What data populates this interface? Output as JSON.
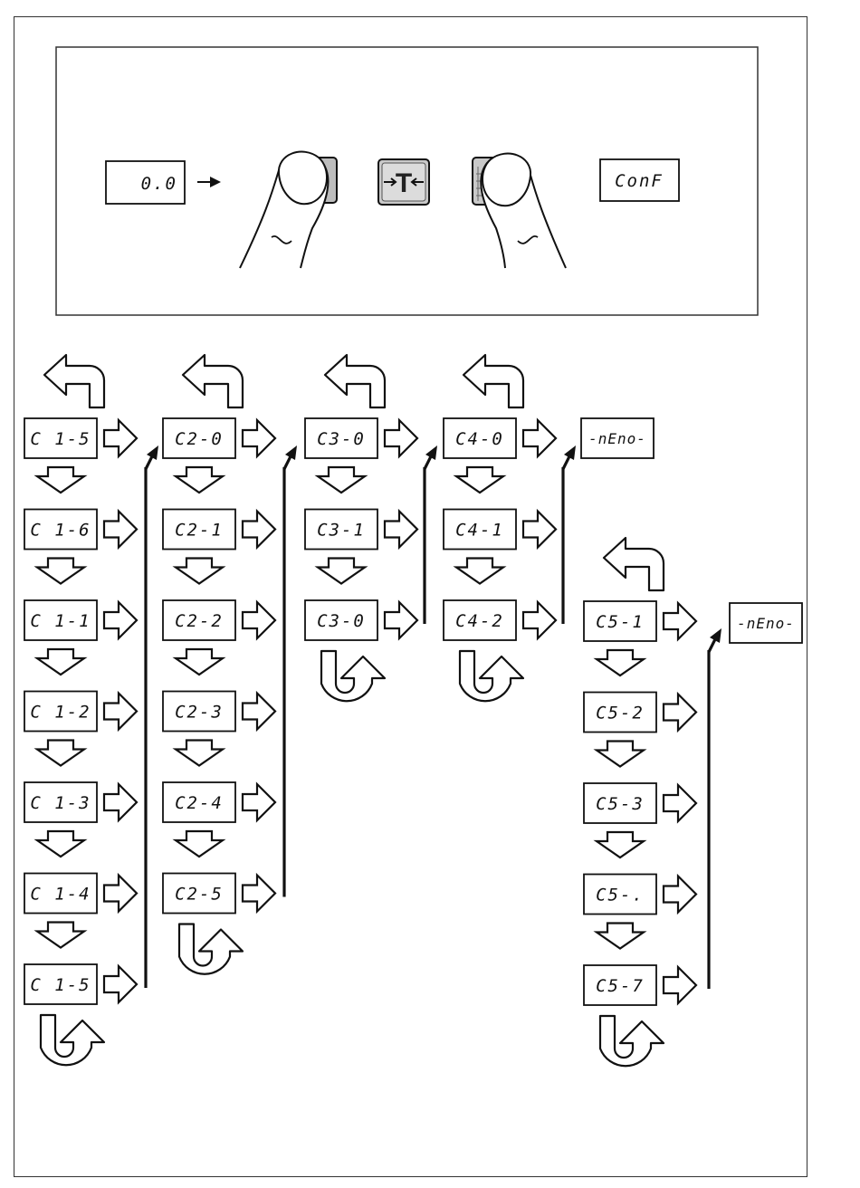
{
  "instruction_panel": {
    "display_before": "0.0",
    "display_after": "ConF",
    "keys": [
      {
        "name": "press-key-left",
        "icon": "blank-key-icon"
      },
      {
        "name": "tare-key",
        "icon": "tare-icon",
        "label": "T"
      },
      {
        "name": "grid-key",
        "icon": "grid-key-icon"
      }
    ]
  },
  "columns": [
    {
      "id": "c1",
      "items": [
        "C 1-5",
        "C 1-6",
        "C 1-1",
        "C 1-2",
        "C 1-3",
        "C 1-4",
        "C 1-5"
      ]
    },
    {
      "id": "c2",
      "items": [
        "C2-0",
        "C2-1",
        "C2-2",
        "C2-3",
        "C2-4",
        "C2-5"
      ]
    },
    {
      "id": "c3",
      "items": [
        "C3-0",
        "C3-1",
        "C3-0"
      ]
    },
    {
      "id": "c4",
      "items": [
        "C4-0",
        "C4-1",
        "C4-2"
      ],
      "end_display": "-nEno-"
    },
    {
      "id": "c5",
      "items": [
        "C5-1",
        "C5-2",
        "C5-3",
        "C5-.",
        "C5-7"
      ],
      "end_display": "-nEno-"
    }
  ],
  "colors": {
    "stroke": "#111111",
    "key_face": "#c9c9c9",
    "background": "#ffffff"
  }
}
